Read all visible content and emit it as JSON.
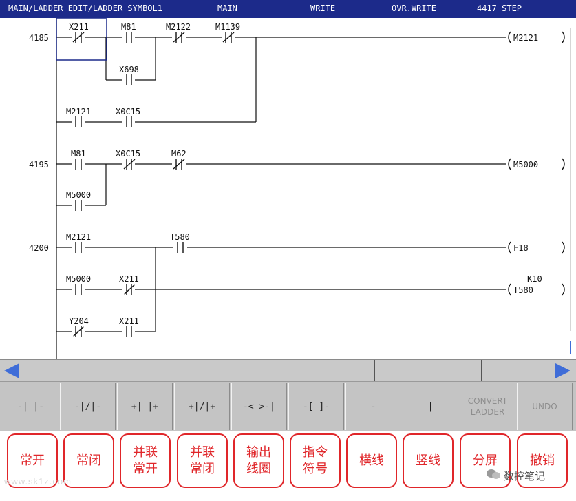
{
  "titlebar": {
    "path": "MAIN/LADDER EDIT/LADDER SYMBOL1",
    "program": "MAIN",
    "mode": "WRITE",
    "write_mode": "OVR.WRITE",
    "step_count": "4417 STEP"
  },
  "ladder": {
    "rungs": [
      {
        "step": "4185",
        "contacts": [
          "X211",
          "M81",
          "M2122",
          "M1139",
          "X698",
          "M2121",
          "X0C15"
        ],
        "coil": "M2121"
      },
      {
        "step": "4195",
        "contacts": [
          "M81",
          "X0C15",
          "M62",
          "M5000"
        ],
        "coil": "M5000"
      },
      {
        "step": "4200",
        "contacts": [
          "M2121",
          "T580",
          "M5000",
          "X211",
          "Y204",
          "X211"
        ],
        "coils": [
          "F18",
          "T580"
        ],
        "timer_constant": "K10"
      }
    ]
  },
  "softkeys": [
    {
      "label": "-| |-",
      "enabled": true
    },
    {
      "label": "-|/|-",
      "enabled": true
    },
    {
      "label": "+| |+",
      "enabled": true
    },
    {
      "label": "+|/|+",
      "enabled": true
    },
    {
      "label": "-< >-|",
      "enabled": true
    },
    {
      "label": "-[ ]-",
      "enabled": true
    },
    {
      "label": "-",
      "enabled": true
    },
    {
      "label": "|",
      "enabled": true
    },
    {
      "label": "CONVERT\nLADDER",
      "enabled": false
    },
    {
      "label": "UNDO",
      "enabled": false
    }
  ],
  "annotations": [
    "常开",
    "常闭",
    "并联\n常开",
    "并联\n常闭",
    "输出\n线圈",
    "指令\n符号",
    "横线",
    "竖线",
    "分屏",
    "撤销"
  ],
  "watermark": "www.sk1z.com",
  "wechat_label": "数控笔记",
  "colors": {
    "titlebar_bg": "#1c2a8a",
    "annotation_red": "#e0262a",
    "arrow_blue": "#3f6dd8",
    "cursor_blue": "#1c2a8a"
  }
}
